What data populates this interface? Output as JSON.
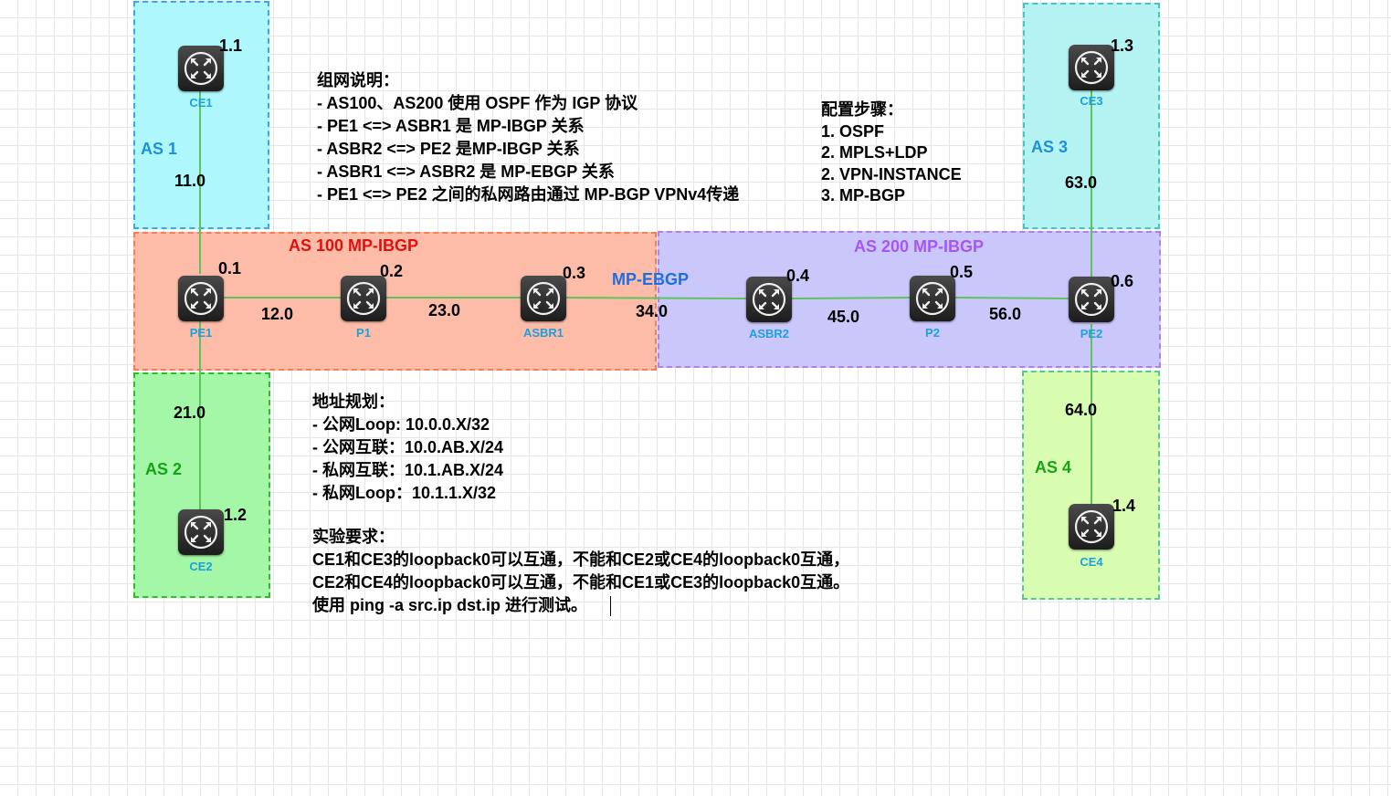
{
  "regions": {
    "as1": {
      "label": "AS 1",
      "color": "#1e8fd8"
    },
    "as2": {
      "label": "AS 2",
      "color": "#16a316"
    },
    "as3": {
      "label": "AS 3",
      "color": "#1e8fd8"
    },
    "as4": {
      "label": "AS 4",
      "color": "#16a316"
    },
    "as100": {
      "label": "AS 100  MP-IBGP",
      "color": "#e01010"
    },
    "as200": {
      "label": "AS 200  MP-IBGP",
      "color": "#a855f7"
    }
  },
  "mp_ebgp_label": "MP-EBGP",
  "routers": {
    "ce1": "CE1",
    "ce2": "CE2",
    "ce3": "CE3",
    "ce4": "CE4",
    "pe1": "PE1",
    "p1": "P1",
    "asbr1": "ASBR1",
    "asbr2": "ASBR2",
    "p2": "P2",
    "pe2": "PE2"
  },
  "addresses": {
    "ce1": "1.1",
    "ce2": "1.2",
    "ce3": "1.3",
    "ce4": "1.4",
    "pe1": "0.1",
    "p1": "0.2",
    "asbr1": "0.3",
    "asbr2": "0.4",
    "p2": "0.5",
    "pe2": "0.6"
  },
  "links": {
    "ce1_pe1": "11.0",
    "pe1_ce2": "21.0",
    "ce3_pe2": "63.0",
    "pe2_ce4": "64.0",
    "pe1_p1": "12.0",
    "p1_asbr1": "23.0",
    "asbr1_asbr2": "34.0",
    "asbr2_p2": "45.0",
    "p2_pe2": "56.0"
  },
  "network_notes": {
    "title": "组网说明：",
    "lines": [
      "- AS100、AS200 使用 OSPF 作为 IGP 协议",
      "- PE1 <=> ASBR1 是 MP-IBGP 关系",
      "- ASBR2  <=> PE2 是MP-IBGP 关系",
      "- ASBR1  <=> ASBR2 是 MP-EBGP 关系",
      "- PE1 <=> PE2 之间的私网路由通过 MP-BGP VPNv4传递"
    ]
  },
  "config_steps": {
    "title": "配置步骤：",
    "lines": [
      "1. OSPF",
      "2. MPLS+LDP",
      "2. VPN-INSTANCE",
      "3. MP-BGP"
    ]
  },
  "address_plan": {
    "title": "地址规划：",
    "lines": [
      "- 公网Loop: 10.0.0.X/32",
      "- 公网互联：10.0.AB.X/24",
      "- 私网互联：10.1.AB.X/24",
      "- 私网Loop：10.1.1.X/32"
    ]
  },
  "requirements": {
    "title": "实验要求：",
    "lines": [
      "CE1和CE3的loopback0可以互通，不能和CE2或CE4的loopback0互通，",
      "CE2和CE4的loopback0可以互通，不能和CE1或CE3的loopback0互通。",
      "使用 ping -a src.ip dst.ip 进行测试。"
    ]
  }
}
